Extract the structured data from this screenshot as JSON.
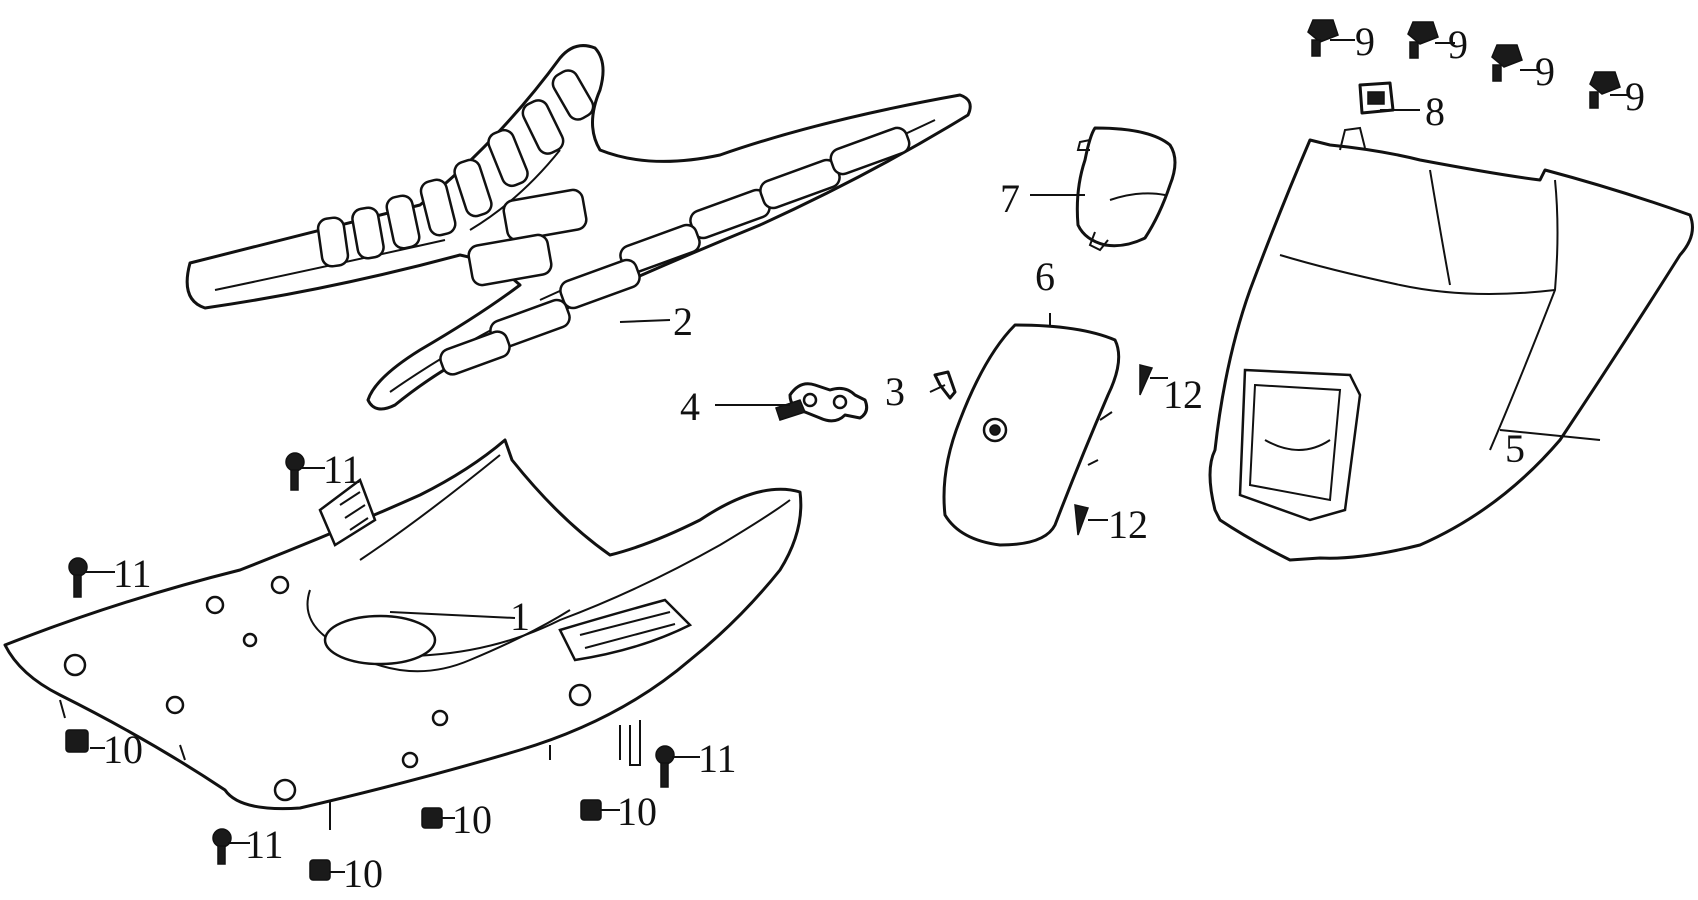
{
  "callouts": {
    "c1": "1",
    "c2": "2",
    "c3": "3",
    "c4": "4",
    "c5": "5",
    "c6": "6",
    "c7": "7",
    "c8": "8",
    "c9": "9",
    "c10": "10",
    "c11": "11",
    "c12": "12"
  },
  "icons": {
    "bolt": "bolt-icon",
    "clip_nut": "clip-nut-icon",
    "screw": "screw-icon"
  }
}
